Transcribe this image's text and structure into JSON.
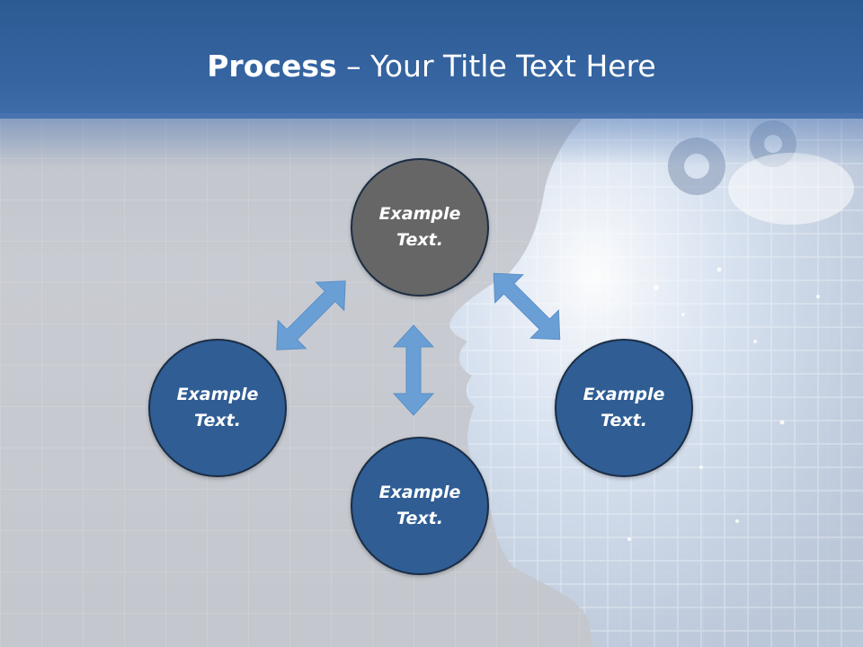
{
  "title": {
    "bold": "Process",
    "rest": " – Your Title Text Here"
  },
  "nodes": {
    "top": "Example Text.",
    "left": "Example Text.",
    "right": "Example Text.",
    "bottom": "Example Text."
  },
  "colors": {
    "header": "#3665a2",
    "node_blue": "#2f5d94",
    "node_gray": "#666666",
    "arrow": "#6a9fd6",
    "background": "#c4c8ce"
  },
  "icons": [
    "double-arrow-icon",
    "head-silhouette-image",
    "gears-image"
  ]
}
